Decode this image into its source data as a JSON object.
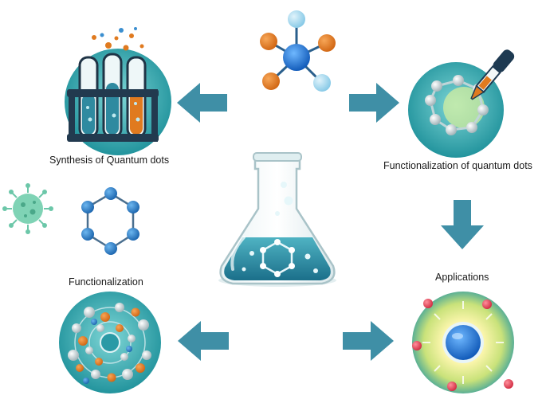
{
  "labels": {
    "synthesis": "Synthesis of Quantum dots",
    "functionalization_qd": "Functionalization of quantum dots",
    "functionalization": "Functionalization",
    "applications": "Applications"
  },
  "colors": {
    "arrow": "#3f8fa6",
    "teal_dark": "#157f8f",
    "teal_light": "#5fc1c9",
    "orange": "#e07a1f",
    "blue_node": "#2d7fc4",
    "light_blue": "#9fd3ea",
    "pink": "#e0475a",
    "virus": "#6cc7a9"
  },
  "icons": [
    "test-tube-rack-icon",
    "molecule-icon",
    "dropper-molecule-icon",
    "virus-icon",
    "hexagon-ring-icon",
    "flask-icon",
    "nanoparticle-cluster-icon",
    "glowing-sphere-icon"
  ]
}
